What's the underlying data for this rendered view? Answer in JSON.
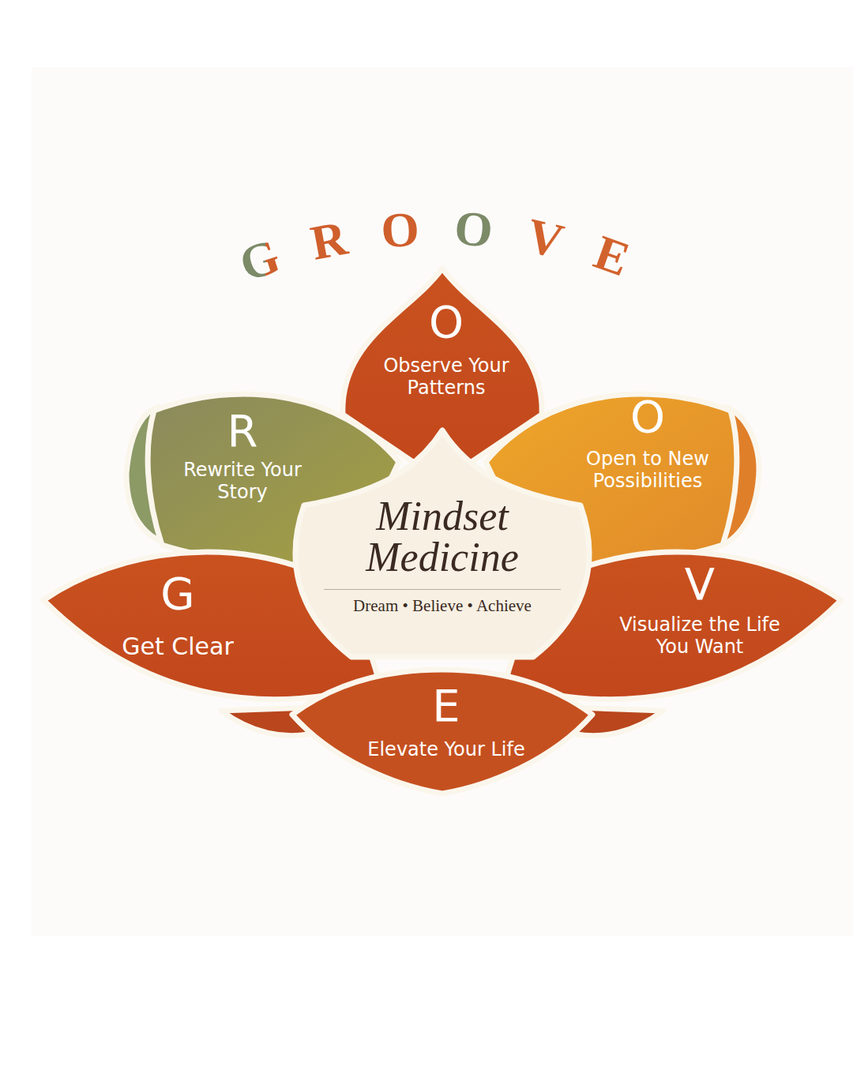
{
  "diagram": {
    "title": "GROOVE",
    "nodes": [
      {
        "text": [
          "G",
          "Get Clear"
        ]
      },
      {
        "text": [
          "R",
          "Rewrite Your Story"
        ]
      },
      {
        "text": [
          "O",
          "Observe Your Patterns"
        ]
      },
      {
        "text": [
          "O",
          "Open to New Possibilities"
        ]
      },
      {
        "text": [
          "V",
          "Visualize the Life You Want"
        ]
      },
      {
        "text": [
          "E",
          "Elevate Your Life"
        ]
      },
      {
        "text": [
          "Mindset Medicine",
          "Dream • Believe • Achieve"
        ]
      }
    ]
  }
}
